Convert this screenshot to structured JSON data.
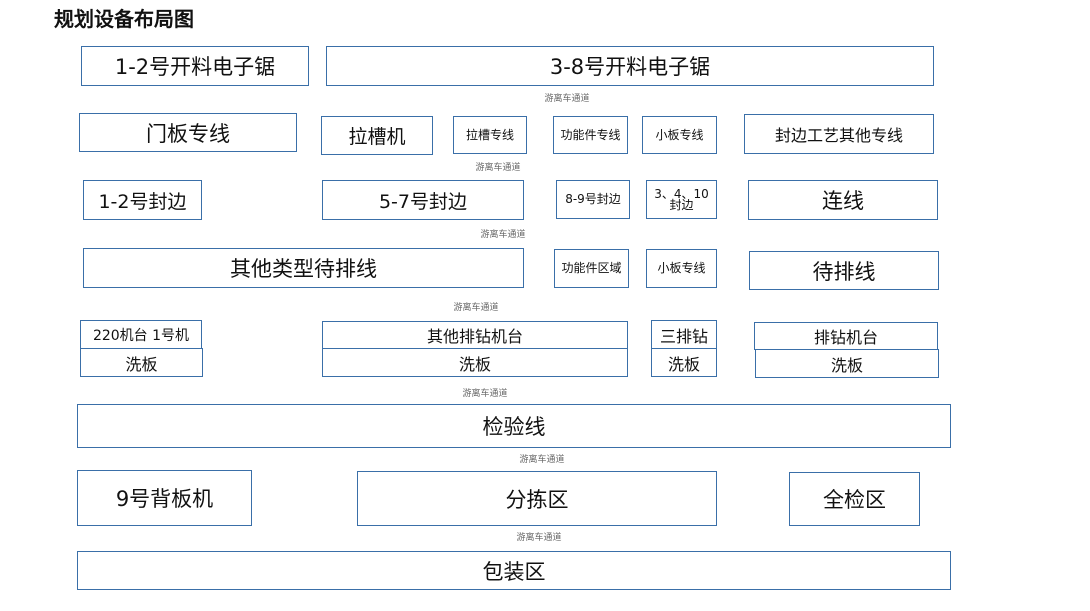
{
  "title": "规划设备布局图",
  "passage_label": "游离车通道",
  "boxes": {
    "saw_1_2": "1-2号开料电子锯",
    "saw_3_8": "3-8号开料电子锯",
    "door_panel_line": "门板专线",
    "slotting_machine": "拉槽机",
    "slotting_line": "拉槽专线",
    "functional_parts_line": "功能件专线",
    "small_panel_line_1": "小板专线",
    "edge_other_line": "封边工艺其他专线",
    "edge_1_2": "1-2号封边",
    "edge_5_7": "5-7号封边",
    "edge_8_9": "8-9号封边",
    "edge_3_4_10": "3、4、10封边",
    "link_line": "连线",
    "other_queue_line": "其他类型待排线",
    "functional_area": "功能件区域",
    "small_panel_line_2": "小板专线",
    "queue_line": "待排线",
    "drill_220_1": "220机台 1号机",
    "wash_1": "洗板",
    "other_drill": "其他排钻机台",
    "wash_2": "洗板",
    "triple_drill": "三排钻",
    "wash_3": "洗板",
    "drill_station": "排钻机台",
    "wash_4": "洗板",
    "inspection_line": "检验线",
    "back_panel_9": "9号背板机",
    "sorting_area": "分拣区",
    "full_inspection_area": "全检区",
    "packing_area": "包装区"
  }
}
